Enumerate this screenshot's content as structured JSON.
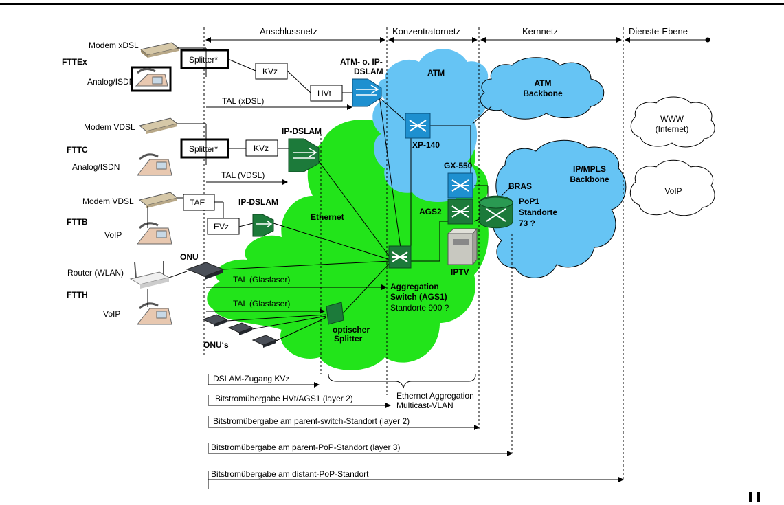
{
  "layers": {
    "anschluss": "Anschlussnetz",
    "konzentrator": "Konzentratornetz",
    "kern": "Kernnetz",
    "dienste": "Dienste-Ebene"
  },
  "access_types": {
    "fttex": "FTTEx",
    "fttc": "FTTC",
    "fttb": "FTTB",
    "ftth": "FTTH"
  },
  "devices": {
    "modem_xdsl": "Modem xDSL",
    "analog_isdn_1": "Analog/ISDN",
    "modem_vdsl_1": "Modem VDSL",
    "analog_isdn_2": "Analog/ISDN",
    "modem_vdsl_2": "Modem VDSL",
    "voip_1": "VoIP",
    "router_wlan": "Router (WLAN)",
    "voip_2": "VoIP",
    "onu": "ONU",
    "onus": "ONU‘s"
  },
  "boxes": {
    "splitter1": "Splitter*",
    "splitter2": "Splitter*",
    "kvz1": "KVz",
    "kvz2": "KVz",
    "hvt": "HVt",
    "tae": "TAE",
    "evz": "EVz"
  },
  "links": {
    "tal_xdsl": "TAL (xDSL)",
    "tal_vdsl": "TAL (VDSL)",
    "tal_glas1": "TAL (Glasfaser)",
    "tal_glas2": "TAL (Glasfaser)"
  },
  "nodes": {
    "atm_dslam": [
      "ATM- o. IP-",
      "DSLAM"
    ],
    "ip_dslam1": "IP-DSLAM",
    "ip_dslam2": "IP-DSLAM",
    "atm": "ATM",
    "ethernet": "Ethernet",
    "xp140": "XP-140",
    "gx550": "GX-550",
    "ags2": "AGS2",
    "iptv": "IPTV",
    "ags1": [
      "Aggregation",
      "Switch (AGS1)"
    ],
    "ags1_sites": "Standorte 900 ?",
    "opt_splitter": [
      "optischer",
      "Splitter"
    ],
    "bras": "BRAS",
    "pop1": [
      "PoP1",
      "Standorte",
      "73 ?"
    ]
  },
  "clouds": {
    "atm_backbone": [
      "ATM",
      "Backbone"
    ],
    "ip_mpls": [
      "IP/MPLS",
      "Backbone"
    ],
    "www": [
      "WWW",
      "(Internet)"
    ],
    "voip": "VoIP"
  },
  "bitstream": {
    "dslam_kvz": "DSLAM-Zugang KVz",
    "hvt_ags1": "Bitstromübergabe HVt/AGS1 (layer 2)",
    "ethernet_agg": [
      "Ethernet Aggregation",
      "Multicast-VLAN"
    ],
    "parent_switch": "Bitstromübergabe am parent-switch-Standort (layer 2)",
    "parent_pop": "Bitstromübergabe am parent-PoP-Standort (layer 3)",
    "distant_pop": "Bitstromübergabe am distant-PoP-Standort"
  },
  "colors": {
    "ethernet_cloud": "#22e41a",
    "atm_cloud": "#66c4f4",
    "switch_dark": "#1c7a3a",
    "switch_blue": "#1e90d0"
  }
}
